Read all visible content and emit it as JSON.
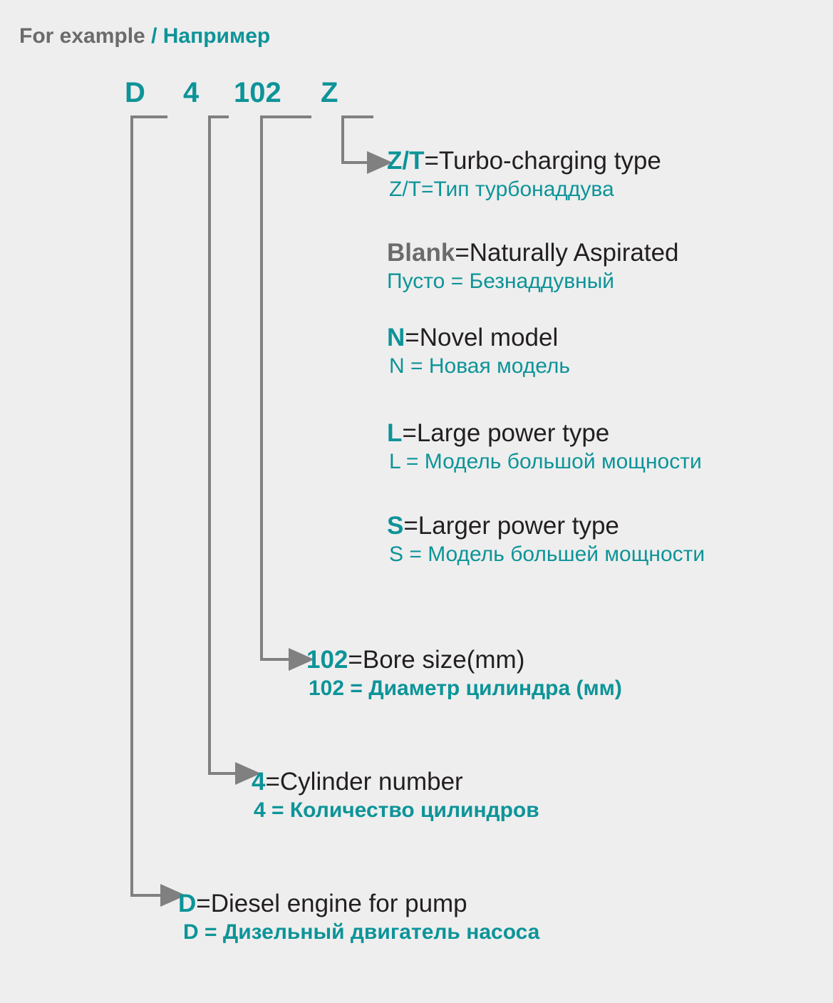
{
  "background_color": "#eeeeee",
  "colors": {
    "teal": "#0d9499",
    "dark_text": "#231f20",
    "gray_text": "#6b6b6b",
    "connector_gray": "#808080"
  },
  "header": {
    "english": "For example",
    "separator": "/",
    "russian": "Например"
  },
  "code": {
    "segments": [
      {
        "id": "d",
        "label": "D"
      },
      {
        "id": "4",
        "label": "4"
      },
      {
        "id": "102",
        "label": "102"
      },
      {
        "id": "z",
        "label": "Z"
      }
    ]
  },
  "entries": {
    "zt": {
      "key": "Z/T",
      "en_rest": "=Turbo-charging type",
      "ru": "Z/T=Тип турбонаддува"
    },
    "blank": {
      "key": "Blank",
      "en_rest": "=Naturally Aspirated",
      "ru": "Пусто = Безнаддувный"
    },
    "novel": {
      "key": "N",
      "en_rest": "=Novel model",
      "ru": "N = Новая модель"
    },
    "large": {
      "key": "L",
      "en_rest": "=Large power type",
      "ru": "L = Модель большой мощности"
    },
    "larger": {
      "key": "S",
      "en_rest": "=Larger power type",
      "ru": "S = Модель большей мощности"
    },
    "bore": {
      "key": "102",
      "en_rest": "=Bore size(mm)",
      "ru": "102 = Диаметр цилиндра (мм)"
    },
    "cylinder": {
      "key": "4",
      "en_rest": "=Cylinder number",
      "ru": "4 = Количество цилиндров"
    },
    "diesel": {
      "key": "D",
      "en_rest": "=Diesel engine for pump",
      "ru": "D = Дизельный двигатель насоса"
    }
  }
}
